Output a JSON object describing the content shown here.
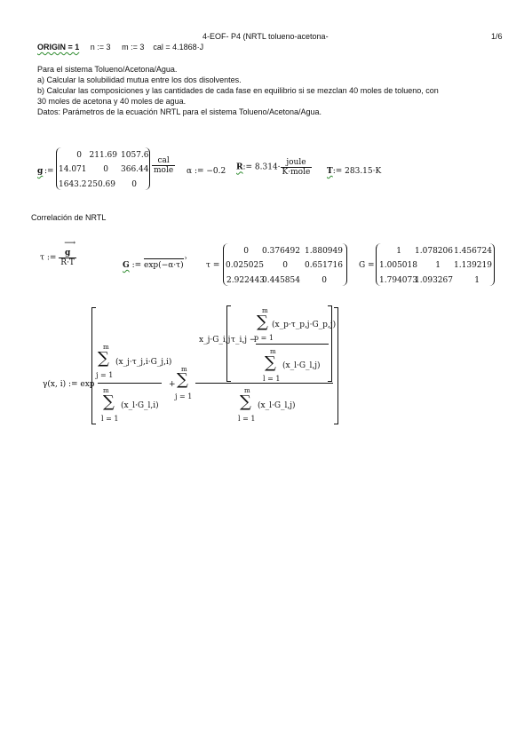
{
  "header": {
    "title": "4-EOF- P4 (NRTL tolueno-acetona-",
    "page": "1/6"
  },
  "settings": {
    "origin": "ORIGIN = 1",
    "n": "n := 3",
    "m": "m := 3",
    "cal": "cal = 4.1868·J"
  },
  "problem": {
    "lines": [
      "Para el sistema Tolueno/Acetona/Agua.",
      "a) Calcular la solubilidad mutua entre los dos disolventes.",
      "b) Calcular las composiciones y las cantidades de cada fase en equilibrio si se mezclan 40 moles de tolueno, con",
      "30 moles de acetona y 40 moles de agua.",
      "Datos: Parámetros de la ecuación NRTL para el sistema Tolueno/Acetona/Agua."
    ]
  },
  "g_matrix": {
    "lhs": "g",
    "assign": ":=",
    "rows": [
      [
        "0",
        "211.69",
        "1057.6"
      ],
      [
        "14.071",
        "0",
        "366.44"
      ],
      [
        "1643.2",
        "250.69",
        "0"
      ]
    ],
    "unit_num": "cal",
    "unit_den": "mole"
  },
  "alpha": {
    "text": "α := −0.2"
  },
  "R": {
    "lhs": "R",
    "value": ":= 8.314·",
    "unit_num": "joule",
    "unit_den": "K·mole"
  },
  "T": {
    "lhs": "T",
    "value": ":= 283.15·K"
  },
  "section": {
    "title": "Correlación de NRTL"
  },
  "tau_def": {
    "lhs": "τ :=",
    "num": "g",
    "den": "R·T"
  },
  "G_def": {
    "lhs": "G",
    "assign": ":=",
    "rhs": "exp(−α·τ)"
  },
  "tau_matrix": {
    "lhs": "τ =",
    "rows": [
      [
        "0",
        "0.376492",
        "1.880949"
      ],
      [
        "0.025025",
        "0",
        "0.651716"
      ],
      [
        "2.922443",
        "0.445854",
        "0"
      ]
    ]
  },
  "G_matrix": {
    "lhs": "G =",
    "rows": [
      [
        "1",
        "1.078206",
        "1.456724"
      ],
      [
        "1.005018",
        "1",
        "1.139219"
      ],
      [
        "1.794073",
        "1.093267",
        "1"
      ]
    ]
  },
  "gamma": {
    "lhs": "γ(x, i) := exp",
    "sum_top": "m",
    "sum_j": "j = 1",
    "sum_l": "l = 1",
    "sum_p": "p = 1",
    "term1_num": "(x_j·τ_j,i·G_j,i)",
    "term1_den": "(x_l·G_l,i)",
    "plus": "+",
    "xG": "x_j·G_i,j",
    "tau_ij": "τ_i,j −",
    "term2_inner_num": "(x_p·τ_p,j·G_p,j)",
    "term2_inner_den": "(x_l·G_l,j)",
    "term2_den": "(x_l·G_l,j)"
  }
}
